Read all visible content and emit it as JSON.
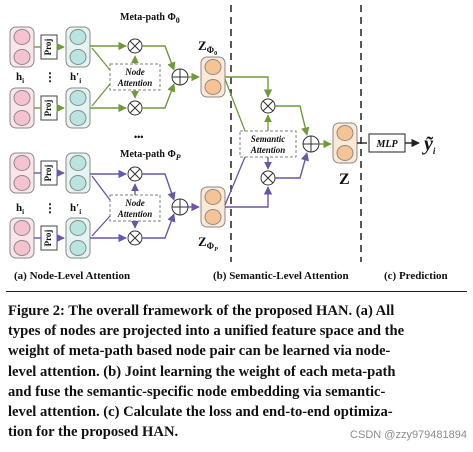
{
  "figure": {
    "metapath_top": "Meta-path Φ",
    "metapath_top_sub": "0",
    "metapath_bottom": "Meta-path Φ",
    "metapath_bottom_sub": "P",
    "proj_label": "Proj",
    "h_i": "h",
    "h_i_sub": "i",
    "h_prime": "h′",
    "h_prime_sub": "i",
    "vdots": "⋮",
    "hdots": "•••",
    "node_attention": [
      "Node",
      "Attention"
    ],
    "semantic_attention": [
      "Semantic",
      "Attention"
    ],
    "z_top": "Z",
    "z_top_sub": "Φ",
    "z_top_subsub": "0",
    "z_bottom": "Z",
    "z_bottom_sub": "Φ",
    "z_bottom_subsub": "P",
    "z_final": "Z",
    "mlp": "MLP",
    "y_hat": "ỹ",
    "y_hat_sub": "i",
    "section_a": "(a) Node-Level Attention",
    "section_b": "(b) Semantic-Level Attention",
    "section_c": "(c) Prediction"
  },
  "colors": {
    "pink_node": "#f4c3cf",
    "teal_node": "#b9e4df",
    "orange_node": "#f6c396",
    "green_arrow": "#6f9a3a",
    "purple_arrow": "#6a55a8",
    "box_border": "#7f7f7f"
  },
  "caption_lines": [
    "Figure 2: The overall framework of the proposed HAN. (a) All",
    "types of nodes are projected into a unified feature space and the",
    "weight of meta-path based node pair can be learned via node-",
    "level attention. (b) Joint learning the weight of each meta-path",
    "and fuse the semantic-specific node embedding via semantic-",
    "level attention. (c) Calculate the loss and end-to-end optimiza-",
    "tion for the proposed HAN."
  ],
  "watermark": "CSDN @zzy979481894"
}
